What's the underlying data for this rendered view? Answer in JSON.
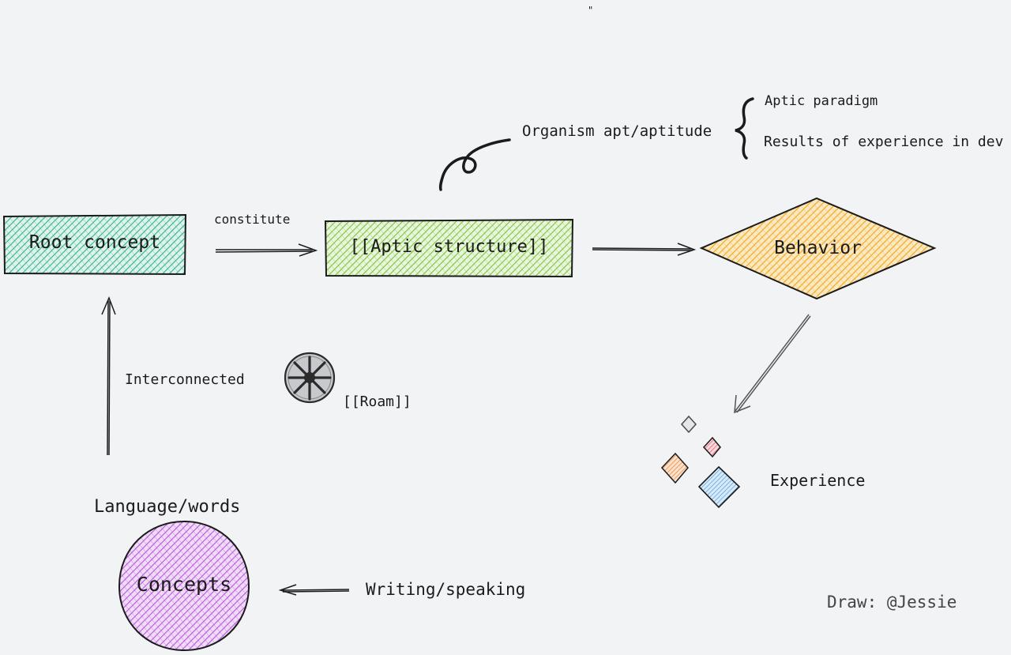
{
  "diagram": {
    "colors": {
      "background": "#f2f3f5",
      "stroke": "#1b1b1b",
      "root_fill": "#3fbf9a",
      "aptic_fill": "#8ccf4d",
      "behavior_fill": "#f5b335",
      "concepts_fill": "#c064e0",
      "exp_orange": "#f08a3b",
      "exp_red": "#e8657a",
      "exp_blue": "#5aa6e6"
    },
    "nodes": {
      "root": "Root concept",
      "aptic": "[[Aptic structure]]",
      "behavior": "Behavior",
      "concepts": "Concepts"
    },
    "labels": {
      "quote_mark": "\"",
      "constitute": "constitute",
      "organism": "Organism apt/aptitude",
      "aptic_paradigm": "Aptic paradigm",
      "results": "Results of experience in dev",
      "interconnected": "Interconnected",
      "roam": "[[Roam]]",
      "experience": "Experience",
      "language": "Language/words",
      "writing": "Writing/speaking",
      "credit": "Draw: @Jessie"
    },
    "icons": {
      "roam": "roam-logo-icon",
      "squiggle": "squiggle-icon",
      "brace": "curly-brace-icon"
    }
  }
}
